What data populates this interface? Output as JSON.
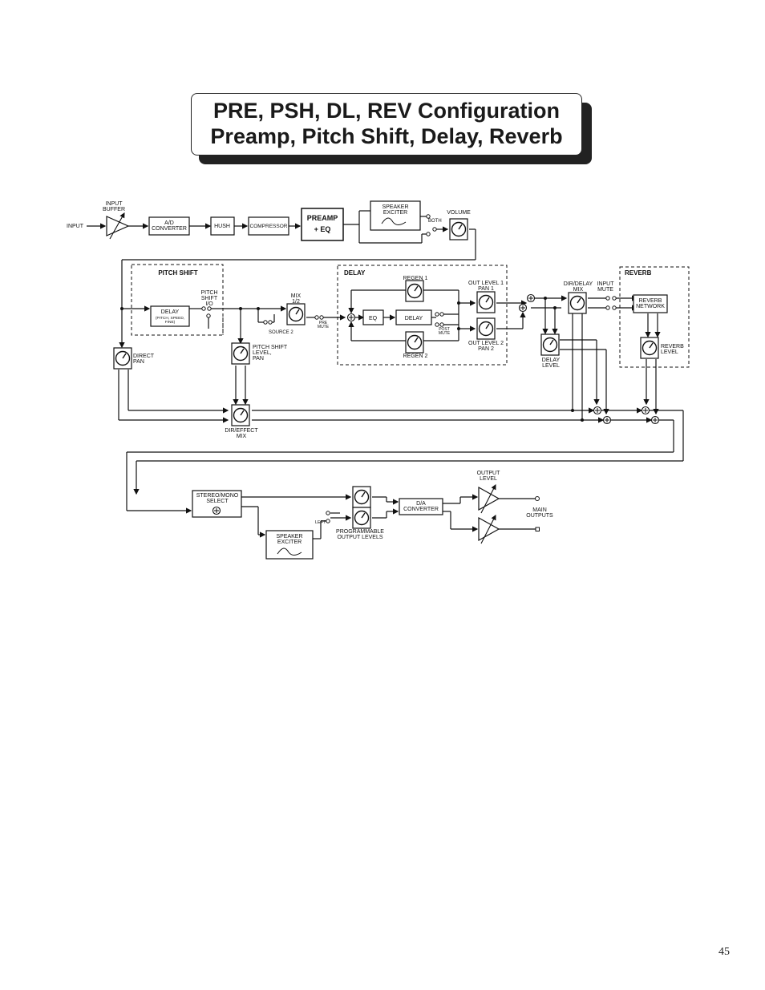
{
  "title": {
    "line1": "PRE, PSH, DL, REV Configuration",
    "line2": "Preamp, Pitch Shift, Delay, Reverb"
  },
  "diagram": {
    "input": "INPUT",
    "input_buffer": [
      "INPUT",
      "BUFFER"
    ],
    "ad_converter": [
      "A/D",
      "CONVERTER"
    ],
    "hush": "HUSH",
    "compressor": "COMPRESSOR",
    "preamp": [
      "PREAMP",
      "+ EQ"
    ],
    "speaker_exciter_top": [
      "SPEAKER",
      "EXCITER"
    ],
    "both": "BOTH",
    "volume": "VOLUME",
    "pitch_shift_section": "PITCH SHIFT",
    "pitch_shift_io": [
      "PITCH",
      "SHIFT",
      "I/O"
    ],
    "ps_delay": [
      "DELAY",
      "(PITCH, SPEED,",
      "FINE)"
    ],
    "mix_12": [
      "MIX",
      "1/2"
    ],
    "source2": "SOURCE 2",
    "pre_mute": [
      "PRE",
      "MUTE"
    ],
    "delay_section": "DELAY",
    "regen1": "REGEN 1",
    "regen2": "REGEN 2",
    "eq": "EQ",
    "delay_block": "DELAY",
    "post_mute": [
      "POST",
      "MUTE"
    ],
    "out_level_1": [
      "OUT LEVEL 1",
      "PAN 1"
    ],
    "out_level_2": [
      "OUT LEVEL 2",
      "PAN 2"
    ],
    "dir_delay_mix": [
      "DIR/DELAY",
      "MIX"
    ],
    "input_mute": [
      "INPUT",
      "MUTE"
    ],
    "reverb_section": "REVERB",
    "reverb_network": [
      "REVERB",
      "NETWORK"
    ],
    "reverb_level": [
      "REVERB",
      "LEVEL"
    ],
    "delay_level": [
      "DELAY",
      "LEVEL"
    ],
    "direct_pan": [
      "DIRECT",
      "PAN"
    ],
    "pitch_shift_level": [
      "PITCH SHIFT",
      "LEVEL,",
      "PAN"
    ],
    "dir_effect_mix": [
      "DIR/EFFECT",
      "MIX"
    ],
    "stereo_mono": [
      "STEREO/MONO",
      "SELECT"
    ],
    "left": "LEFT",
    "programmable_output": [
      "PROGRAMMABLE",
      "OUTPUT LEVELS"
    ],
    "speaker_exciter_bottom": [
      "SPEAKER",
      "EXCITER"
    ],
    "da_converter": [
      "D/A",
      "CONVERTER"
    ],
    "output_level": [
      "OUTPUT",
      "LEVEL"
    ],
    "main_outputs": [
      "MAIN",
      "OUTPUTS"
    ]
  },
  "page_number": "45"
}
